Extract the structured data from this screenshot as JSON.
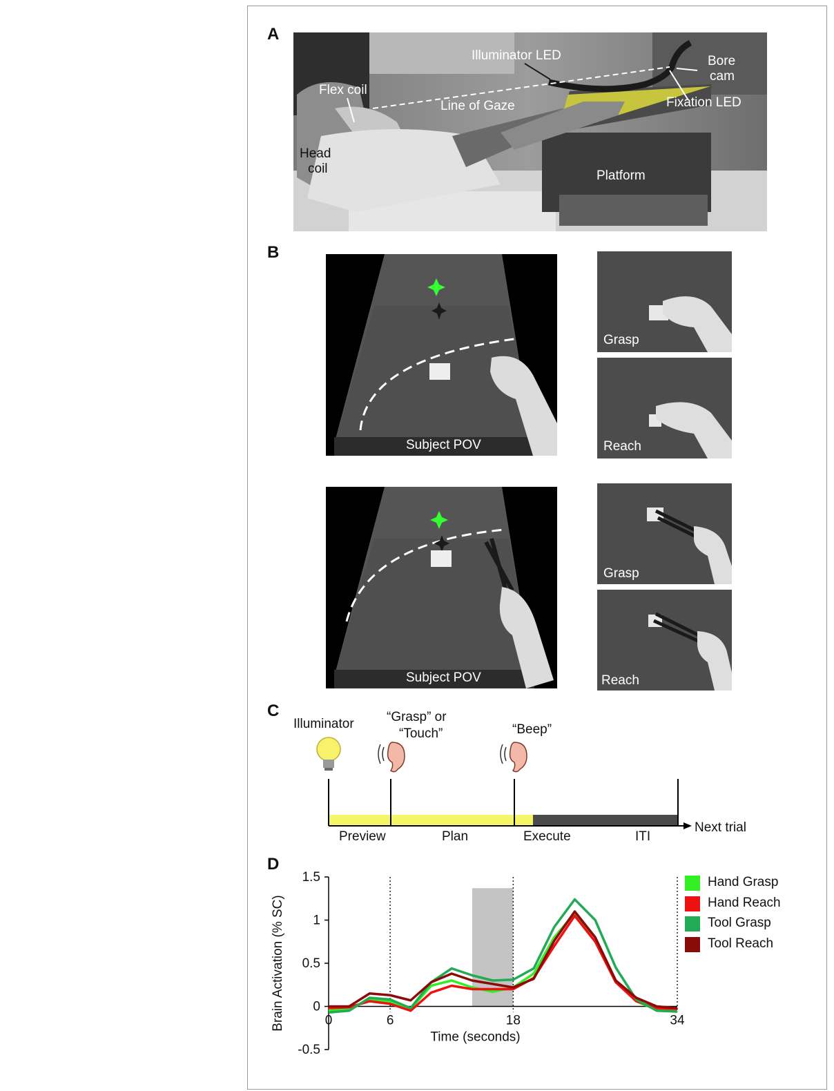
{
  "panels": {
    "a": "A",
    "b": "B",
    "c": "C",
    "d": "D"
  },
  "panel_a": {
    "labels": {
      "illuminator_led": "Illuminator LED",
      "bore_cam": [
        "Bore",
        "cam"
      ],
      "flex_coil": "Flex coil",
      "line_of_gaze": "Line of Gaze",
      "fixation_led": "Fixation LED",
      "head_coil": [
        "Head",
        "coil"
      ],
      "platform": "Platform"
    },
    "highlight_color": "#f2ef3a"
  },
  "panel_b": {
    "pov_label": "Subject POV",
    "grasp_label": "Grasp",
    "reach_label": "Reach",
    "fixation_color": "#33ff33"
  },
  "panel_c": {
    "events": {
      "illuminator": "Illuminator",
      "cue": [
        "“Grasp” or",
        "“Touch”"
      ],
      "beep": "“Beep”"
    },
    "phases": [
      "Preview",
      "Plan",
      "Execute",
      "ITI"
    ],
    "next_trial": "Next trial",
    "colors": {
      "light_on": "#f5f56a",
      "light_off": "#4a4a4a"
    }
  },
  "chart_data": {
    "type": "line",
    "xlabel": "Time (seconds)",
    "ylabel": "Brain Activation (% SC)",
    "xlim": [
      0,
      34
    ],
    "ylim": [
      -0.5,
      1.5
    ],
    "x_ticks": [
      "0",
      "6",
      "18",
      "34"
    ],
    "y_ticks": [
      "-0.5",
      "0",
      "0.5",
      "1",
      "1.5"
    ],
    "dotted_lines_x": [
      6,
      18,
      34
    ],
    "shaded_window": [
      14,
      18
    ],
    "x": [
      0,
      2,
      4,
      6,
      8,
      10,
      12,
      14,
      16,
      18,
      20,
      22,
      24,
      26,
      28,
      30,
      32,
      34
    ],
    "series": [
      {
        "name": "Hand Grasp",
        "color": "#33ee22",
        "values": [
          -0.05,
          -0.03,
          0.08,
          0.06,
          -0.03,
          0.24,
          0.3,
          0.22,
          0.17,
          0.22,
          0.38,
          0.8,
          1.08,
          0.8,
          0.3,
          0.06,
          -0.04,
          -0.06
        ]
      },
      {
        "name": "Hand Reach",
        "color": "#ee1111",
        "values": [
          -0.02,
          -0.01,
          0.06,
          0.03,
          -0.05,
          0.16,
          0.24,
          0.2,
          0.2,
          0.2,
          0.33,
          0.7,
          1.05,
          0.75,
          0.28,
          0.06,
          -0.02,
          -0.03
        ]
      },
      {
        "name": "Tool Grasp",
        "color": "#22aa55",
        "values": [
          -0.07,
          -0.05,
          0.1,
          0.08,
          -0.02,
          0.28,
          0.44,
          0.36,
          0.3,
          0.31,
          0.44,
          0.92,
          1.24,
          1.0,
          0.45,
          0.08,
          -0.05,
          -0.06
        ]
      },
      {
        "name": "Tool Reach",
        "color": "#8b0a0a",
        "values": [
          0.0,
          0.0,
          0.15,
          0.13,
          0.07,
          0.28,
          0.38,
          0.3,
          0.26,
          0.22,
          0.32,
          0.76,
          1.1,
          0.8,
          0.3,
          0.1,
          0.0,
          -0.02
        ]
      }
    ]
  }
}
